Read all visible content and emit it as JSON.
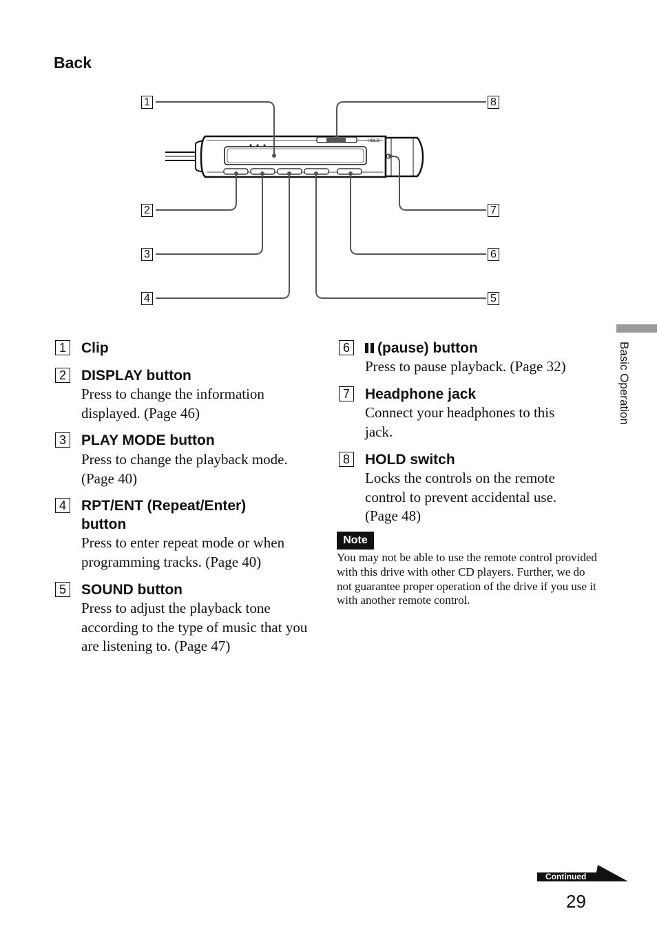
{
  "section_title": "Back",
  "callouts": [
    "1",
    "2",
    "3",
    "4",
    "5",
    "6",
    "7",
    "8"
  ],
  "device": {
    "hold_label": "HOLD"
  },
  "items": [
    {
      "num": "1",
      "title": "Clip",
      "desc": ""
    },
    {
      "num": "2",
      "title": "DISPLAY button",
      "desc": "Press to change the information displayed. (Page 46)"
    },
    {
      "num": "3",
      "title": "PLAY MODE button",
      "desc": "Press to change the playback mode. (Page 40)"
    },
    {
      "num": "4",
      "title": "RPT/ENT (Repeat/Enter) button",
      "desc": "Press to enter repeat mode or when programming tracks. (Page 40)"
    },
    {
      "num": "5",
      "title": "SOUND button",
      "desc": "Press to adjust the playback tone according to the type of music that you are listening to. (Page 47)"
    },
    {
      "num": "6",
      "title": "(pause) button",
      "title_icon": "pause-icon",
      "desc": "Press to pause playback. (Page 32)"
    },
    {
      "num": "7",
      "title": "Headphone jack",
      "desc": "Connect your headphones to this jack."
    },
    {
      "num": "8",
      "title": "HOLD switch",
      "desc": "Locks the controls on the remote control to prevent accidental use. (Page 48)"
    }
  ],
  "note": {
    "label": "Note",
    "text": "You may not be able to use the remote control provided with this drive with other CD players. Further, we do not guarantee proper operation of the drive if you use it with another remote control."
  },
  "side_tab": "Basic Operation",
  "continued": "Continued",
  "page_number": "29"
}
